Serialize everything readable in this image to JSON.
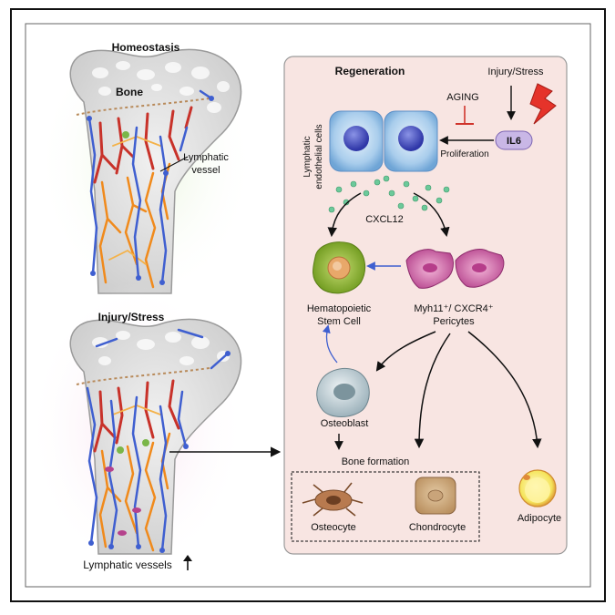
{
  "left": {
    "homeostasis_title": "Homeostasis",
    "bone_label": "Bone",
    "lymphatic_label_line1": "Lymphatic",
    "lymphatic_label_line2": "vessel",
    "injury_title": "Injury/Stress",
    "lymphatic_vessels_label": "Lymphatic vessels",
    "up_arrow_icon": "arrow-up-icon"
  },
  "right": {
    "title": "Regeneration",
    "injury_stress": "Injury/Stress",
    "lightning_icon": "lightning-icon",
    "aging": "AGING",
    "il6": "IL6",
    "proliferation": "Proliferation",
    "lec_line1": "Lymphatic",
    "lec_line2": "endothelial cells",
    "cxcl12": "CXCL12",
    "hsc_line1": "Hematopoietic",
    "hsc_line2": "Stem Cell",
    "pericytes_line1": "Myh11⁺/ CXCR4⁺",
    "pericytes_line2": "Pericytes",
    "osteoblast": "Osteoblast",
    "bone_formation": "Bone formation",
    "osteocyte": "Osteocyte",
    "chondrocyte": "Chondrocyte",
    "adipocyte": "Adipocyte"
  },
  "colors": {
    "panel_fill": "#f8e5e2",
    "lymphatic_blue": "#3f5fd0",
    "blood_red": "#c8322a",
    "blood_orange": "#f08a1c",
    "inhibit_red": "#d0342c",
    "cxcl12_green": "#6cc99a"
  }
}
